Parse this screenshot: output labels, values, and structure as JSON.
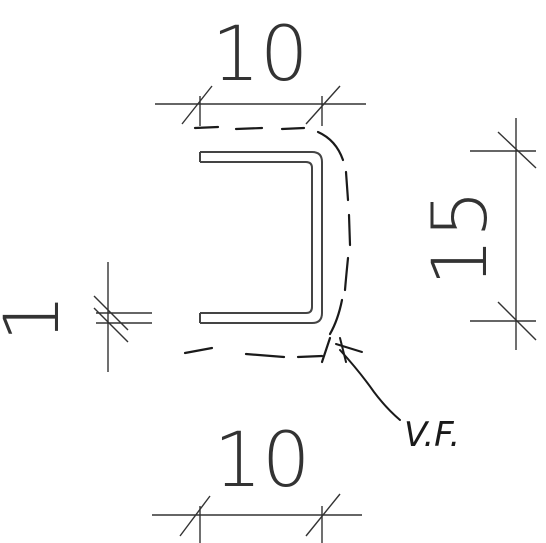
{
  "dimensions": {
    "top_width": "10",
    "bottom_width": "10",
    "right_height": "15",
    "left_thickness": "1"
  },
  "annotation": {
    "label": "V.F."
  },
  "colors": {
    "ink": "#333333",
    "profile": "#444444",
    "sketch": "#1a1a1a"
  }
}
